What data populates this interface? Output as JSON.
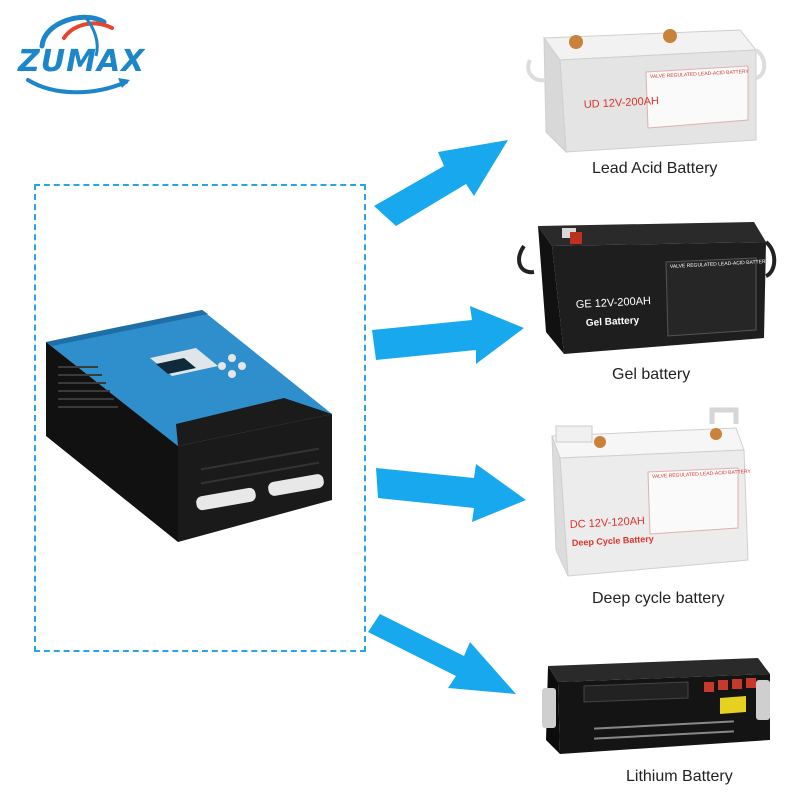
{
  "brand": {
    "name": "ZUMAX",
    "colors": {
      "primary": "#1c86c9",
      "accent": "#e8432b"
    }
  },
  "arrow_color": "#18a8ee",
  "frame_color": "#26a6e6",
  "inverter": {
    "icon": "inverter-icon"
  },
  "batteries": [
    {
      "label": "Lead Acid Battery",
      "model_text": "UD 12V-200AH",
      "panel_text": "VALVE REGULATED LEAD-ACID BATTERY",
      "case_color": "#e4e4e4",
      "text_color": "#d9352b"
    },
    {
      "label": "Gel battery",
      "model_text": "GE 12V-200AH",
      "sub_text": "Gel Battery",
      "panel_text": "VALVE REGULATED LEAD-ACID BATTERY",
      "case_color": "#1e1e1e",
      "text_color": "#ffffff"
    },
    {
      "label": "Deep cycle battery",
      "model_text": "DC 12V-120AH",
      "sub_text": "Deep Cycle Battery",
      "panel_text": "VALVE REGULATED LEAD-ACID BATTERY",
      "case_color": "#ececec",
      "text_color": "#d9352b"
    },
    {
      "label": "Lithium Battery",
      "case_color": "#141414"
    }
  ]
}
